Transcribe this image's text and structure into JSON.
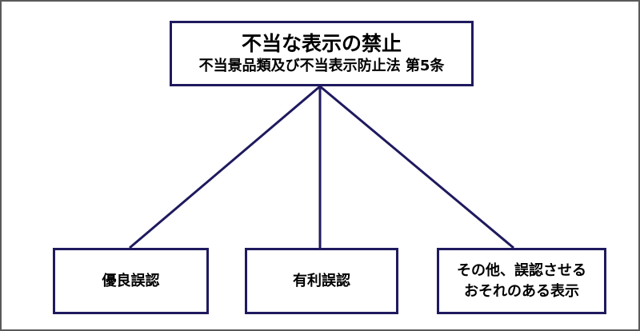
{
  "diagram": {
    "root": {
      "title": "不当な表示の禁止",
      "subtitle": "不当景品類及び不当表示防止法 第5条"
    },
    "children": [
      {
        "lines": [
          "優良誤認"
        ]
      },
      {
        "lines": [
          "有利誤認"
        ]
      },
      {
        "lines": [
          "その他、誤認させる",
          "おそれのある表示"
        ]
      }
    ],
    "colors": {
      "border": "#1f1a5e",
      "frame": "#5a5a5a"
    }
  }
}
